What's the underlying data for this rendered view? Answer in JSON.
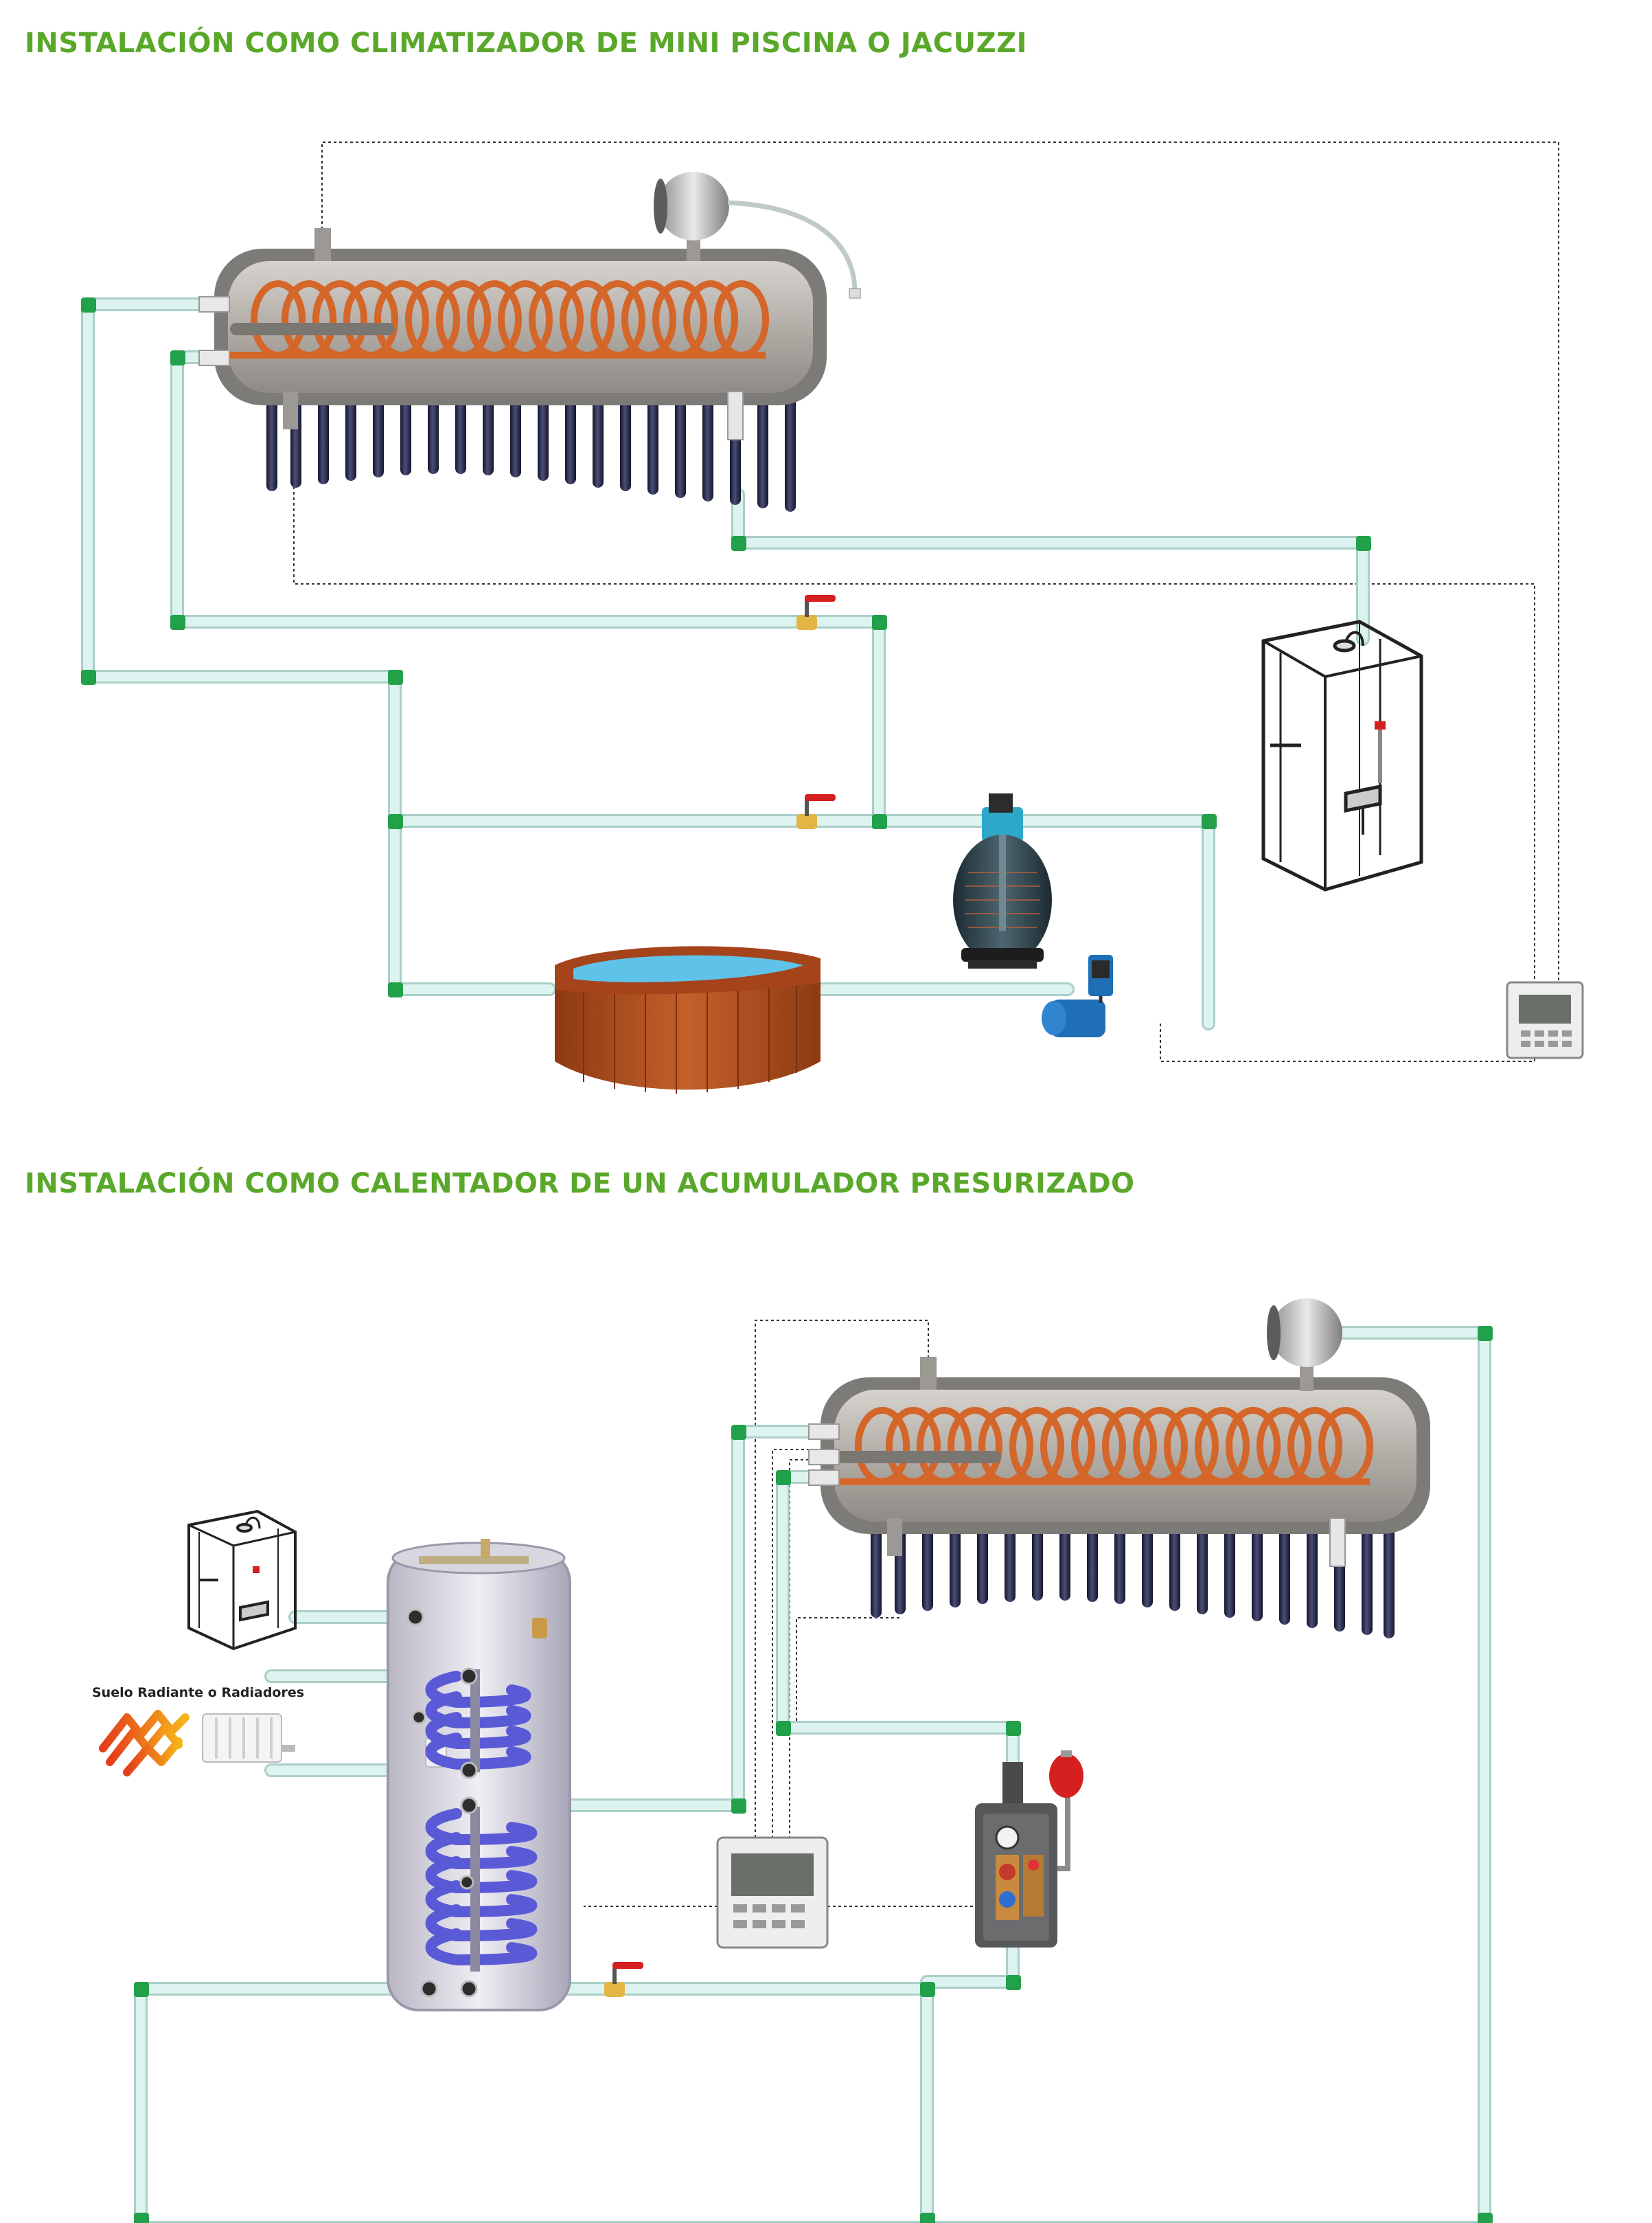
{
  "sections": [
    {
      "title": "INSTALACIÓN COMO CLIMATIZADOR DE MINI PISCINA O JACUZZI"
    },
    {
      "title": "INSTALACIÓN COMO CALENTADOR DE UN ACUMULADOR PRESURIZADO"
    }
  ],
  "labels": {
    "floor_heating": "Suelo Radiante o Radiadores"
  },
  "colors": {
    "title_green": "#5aa82a",
    "pipe": "#d8f0ec",
    "pipe_edge": "#aacfc8",
    "pipe_joint": "#23a04a",
    "coil": "#d4662a",
    "tank_body": "#b5b0ab",
    "tank_shell": "#7d7b78",
    "vacuum_tube": "#2b2c4a",
    "tank_coil": "#5a5ad6",
    "valve_handle": "#d61f1f",
    "valve_body": "#e3b545",
    "tub_wood": "#b8501e",
    "tub_water": "#5fc2e8"
  },
  "icons": {
    "solar_heater": "solar-water-heater-icon",
    "expansion_tank": "expansion-tank-icon",
    "ball_valve": "ball-valve-icon",
    "shower": "shower-cabin-icon",
    "sand_filter": "sand-filter-icon",
    "jacuzzi": "jacuzzi-tub-icon",
    "pump": "circulation-pump-icon",
    "controller": "controller-display-icon",
    "storage_tank": "pressurized-storage-tank-icon",
    "floor_heating": "floor-heating-icon",
    "radiator": "radiator-icon",
    "pump_station": "pump-station-icon",
    "red_expansion_vessel": "red-expansion-vessel-icon"
  }
}
